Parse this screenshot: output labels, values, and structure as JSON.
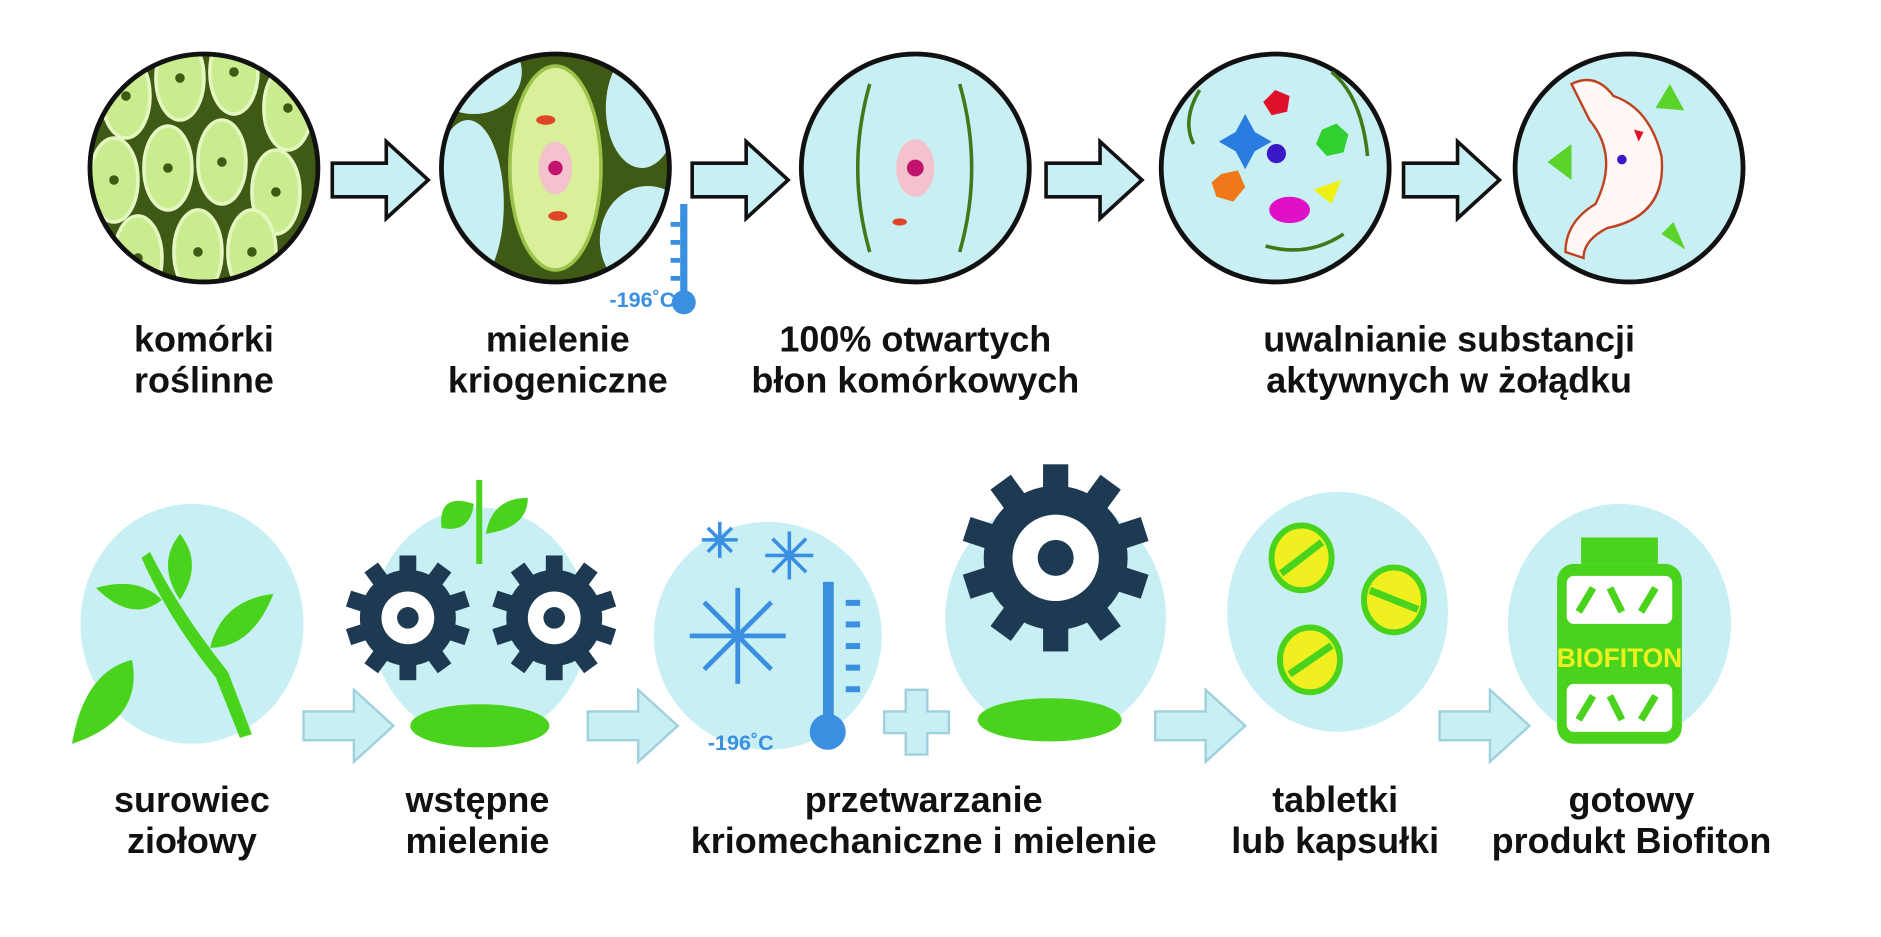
{
  "top_row": {
    "steps": [
      {
        "line1": "komórki",
        "line2": "roślinne"
      },
      {
        "line1": "mielenie",
        "line2": "kriogeniczne"
      },
      {
        "line1": "100% otwartych",
        "line2": "błon komórkowych"
      },
      {
        "line1": "uwalnianie substancji",
        "line2": "aktywnych w żołądku"
      }
    ],
    "temperature": "-196˚C"
  },
  "bottom_row": {
    "steps": [
      {
        "line1": "surowiec",
        "line2": "ziołowy"
      },
      {
        "line1": "wstępne",
        "line2": "mielenie"
      },
      {
        "line1": "przetwarzanie",
        "line2": "kriomechaniczne i mielenie"
      },
      {
        "line1": "tabletki",
        "line2": "lub kapsułki"
      },
      {
        "line1": "gotowy",
        "line2": "produkt Biofiton"
      }
    ],
    "temperature": "-196˚C",
    "jar_label": "BIOFITON"
  },
  "colors": {
    "circle": "#c8f0f4",
    "gear": "#1d3a52",
    "green": "#4ad31c",
    "blue": "#3b8fe0"
  }
}
